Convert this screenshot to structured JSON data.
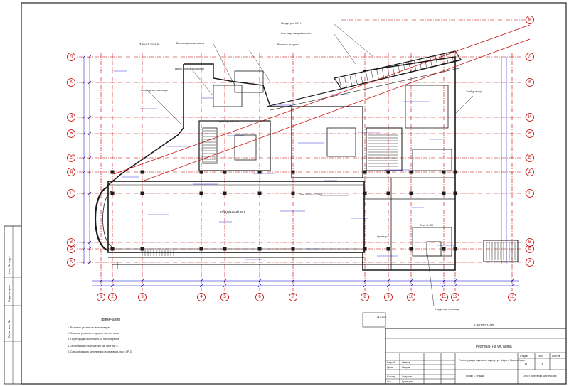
{
  "plan": {
    "floor_title": "План 1 этажа",
    "hall_label": "обеденный зал",
    "scale_label": "М1:100"
  },
  "axes": {
    "vertical": [
      "1",
      "2",
      "3",
      "4",
      "5",
      "6",
      "7",
      "8",
      "9",
      "10",
      "11",
      "12",
      "13"
    ],
    "horizontal": [
      "А",
      "Б",
      "В",
      "Г",
      "Д",
      "Е",
      "Ж",
      "И",
      "К",
      "Л",
      "М"
    ]
  },
  "notes": {
    "title": "Примечания",
    "items": [
      "1. Размеры указаны в миллиметрах.",
      "2. Отметки указаны от уровня чистого пола.",
      "3. Перегородки выполнить из гипсокартона.",
      "4. Экспликацию помещений см. лист АР-2.",
      "5. Спецификацию заполнения проемов см. лист АР-3."
    ]
  },
  "title_block": {
    "code": "1-2013-01-АР",
    "project": "Ресторан на ул. Мира",
    "object": "Реконструкция здания по адресу: ул. Мира, г. Новосибирск",
    "sheet_name": "План 1 этажа",
    "stage_label": "Стадия",
    "sheet_label": "Лист",
    "sheets_label": "Листов",
    "stage": "Р",
    "sheet": "1",
    "sheets": "",
    "org": "ООО Проектная мастерская",
    "roles": [
      "Разраб.",
      "Пров.",
      "Н.контр.",
      "Утв."
    ],
    "people": [
      "Иванов",
      "Петров",
      "Сидоров",
      "Кузнецов"
    ]
  },
  "left_strip": [
    "Инв. № подл.",
    "Подп. и дата",
    "Взам. инв. №"
  ],
  "callouts": [
    "Вентиляционная шахта",
    "Дверь противопожарная",
    "Ограждение лестницы",
    "Вытяжка от кухни",
    "Пандус для МГН",
    "Лестница эвакуационная",
    "Отм. 0.000 = 125.50",
    "Тамбур входа",
    "Наружная лестница",
    "Граница участка",
    "Отм. -0.150",
    "Крыльцо"
  ],
  "colors": {
    "axis": "#c00000",
    "dimension": "#0000cc",
    "wall": "#1a1a1a",
    "leader": "#333333"
  }
}
